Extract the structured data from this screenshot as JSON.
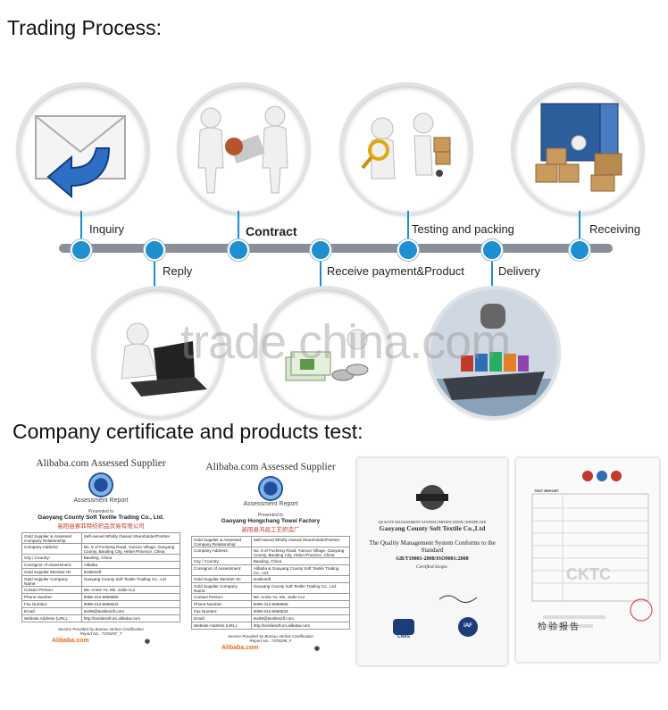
{
  "headings": {
    "process": "Trading Process:",
    "certs": "Company certificate and products test:"
  },
  "steps": {
    "inquiry": "Inquiry",
    "reply": "Reply",
    "contract": "Contract",
    "receive_payment": "Receive payment&Product",
    "testing": "Testing and packing",
    "delivery": "Delivery",
    "receiving": "Receiving"
  },
  "watermark": "trade.china.com",
  "cert1": {
    "title": "Alibaba.com Assessed Supplier",
    "report": "Assessment Report",
    "presented": "Presented to",
    "company": "Gaoyang County Soft Textile Trading Co., Ltd.",
    "company_cn": "高阳县索菲特纺织品贸易有限公司",
    "rows": [
      {
        "k": "Gold Supplier & Assessed Company Relationship:",
        "v": "Self-owned  Wholly Owned  Shareholder/Partner"
      },
      {
        "k": "Company Address:",
        "v": "No. 8 of Fucheng Road, Yuecun Village, Gaoyang County, Baoding City, Hebei Province, China"
      },
      {
        "k": "City / Country:",
        "v": "Baoding, China"
      },
      {
        "k": "Consignor of Assessment:",
        "v": "Alibaba"
      },
      {
        "k": "Gold Supplier Member ID:",
        "v": "textilesoft"
      },
      {
        "k": "Gold Supplier Company Name:",
        "v": "Gaoyang County Soft Textile Trading Co., Ltd."
      },
      {
        "k": "Contact Person:",
        "v": "Ms. Annie Yu, Ms. Jodie Cui"
      },
      {
        "k": "Phone Number:",
        "v": "0086-312-6659666"
      },
      {
        "k": "Fax Number:",
        "v": "0086-312-6666533"
      },
      {
        "k": "Email:",
        "v": "tex99@textilesoft.com"
      },
      {
        "k": "Website Address (URL):",
        "v": "http://textilesoft.en.alibaba.com"
      }
    ],
    "footer": "Service Provided by Bureau Veritas Certification",
    "report_no": "Report No.: 7378297_T",
    "brand": "Alibaba.com"
  },
  "cert2": {
    "title": "Alibaba.com Assessed Supplier",
    "report": "Assessment Report",
    "presented": "Presented to",
    "company": "Gaoyang Hongchang Towel Factory",
    "company_cn": "高阳县鸿昌工艺织造厂",
    "rows": [
      {
        "k": "Gold Supplier & Assessed Company Relationship:",
        "v": "Self-owned  Wholly Owned  Shareholder/Partner"
      },
      {
        "k": "Company Address:",
        "v": "No. 8 of Fucheng Road, Yuecun Village, Gaoyang County, Baoding City, Hebei Province, China"
      },
      {
        "k": "City / Country:",
        "v": "Baoding, China"
      },
      {
        "k": "Consignor of Assessment:",
        "v": "Alibaba & Gaoyang County Soft Textile Trading Co., Ltd."
      },
      {
        "k": "Gold Supplier Member ID:",
        "v": "textilesoft"
      },
      {
        "k": "Gold Supplier Company Name:",
        "v": "Gaoyang County Soft Textile Trading Co., Ltd."
      },
      {
        "k": "Contact Person:",
        "v": "Ms. Annie Yu, Ms. Jodie Cui"
      },
      {
        "k": "Phone Number:",
        "v": "0086-312-6659666"
      },
      {
        "k": "Fax Number:",
        "v": "0086-312-6666533"
      },
      {
        "k": "Email:",
        "v": "tex99@textilesoft.com"
      },
      {
        "k": "Website Address (URL):",
        "v": "http://textilesoft.en.alibaba.com"
      }
    ],
    "footer": "Service Provided by Bureau Veritas Certification",
    "report_no": "Report No.: 7378298_F",
    "brand": "Alibaba.com"
  },
  "cert3": {
    "header": "QUALITY MANAGEMENT SYSTEM CERTIFICATION CERTIFICATE",
    "company": "Gaoyang County Soft Textile Co.,Ltd",
    "standard": "The Quality Management System Conforms to the Standard",
    "standard_code": "GB/T19001-2008/ISO9001:2008",
    "scope": "Certified Scope:",
    "cnas": "CNAS",
    "iaf": "IAF"
  },
  "cert4": {
    "title": "检验报告",
    "test_report": "TEST REPORT",
    "watermark": "CKTC"
  },
  "colors": {
    "accent": "#1e8fd0",
    "timeline": "#8a8e96"
  }
}
